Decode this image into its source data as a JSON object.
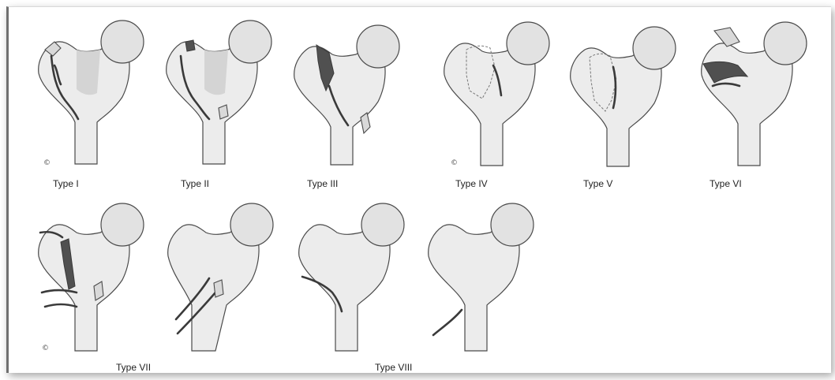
{
  "figure": {
    "types": [
      {
        "id": "1",
        "label": "Type I"
      },
      {
        "id": "2",
        "label": "Type II"
      },
      {
        "id": "3",
        "label": "Type III"
      },
      {
        "id": "4",
        "label": "Type IV"
      },
      {
        "id": "5",
        "label": "Type V"
      },
      {
        "id": "6",
        "label": "Type VI"
      },
      {
        "id": "7",
        "label": "Type VII"
      },
      {
        "id": "8a",
        "label": ""
      },
      {
        "id": "8b",
        "label": "Type VIII"
      },
      {
        "id": "8c",
        "label": ""
      }
    ],
    "copyright_mark": "©"
  }
}
